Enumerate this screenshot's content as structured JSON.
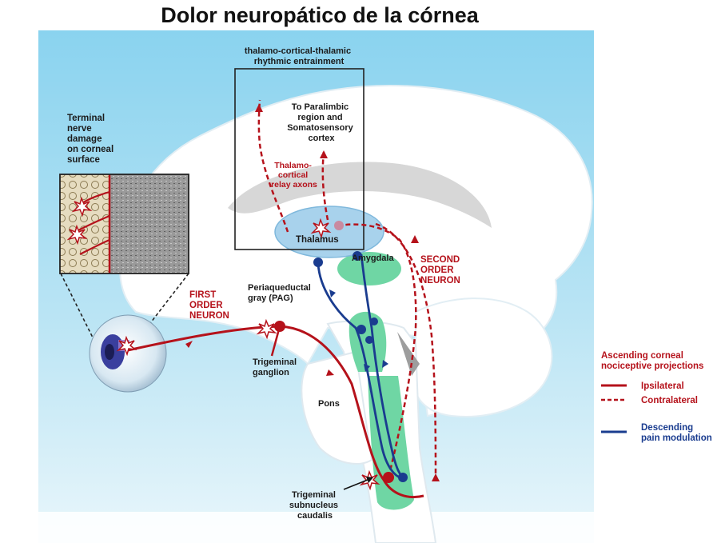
{
  "title": "Dolor neuropático de la córnea",
  "labels": {
    "entrainment": [
      "thalamo-cortical-thalamic",
      "rhythmic entrainment"
    ],
    "paralimbic": [
      "To Paralimbic",
      "region and",
      "Somatosensory",
      "cortex"
    ],
    "relay_axons": [
      "Thalamo-",
      "cortical",
      "relay axons"
    ],
    "terminal_damage": [
      "Terminal",
      "nerve",
      "damage",
      "on corneal",
      "surface"
    ],
    "thalamus": "Thalamus",
    "amygdala": "Amygdala",
    "second_order": [
      "SECOND",
      "ORDER",
      "NEURON"
    ],
    "first_order": [
      "FIRST",
      "ORDER",
      "NEURON"
    ],
    "pag": [
      "Periaqueductal",
      "gray (PAG)"
    ],
    "trigeminal_ganglion": [
      "Trigeminal",
      "ganglion"
    ],
    "pons": "Pons",
    "subnucleus": [
      "Trigeminal",
      "subnucleus",
      "caudalis"
    ]
  },
  "legend": {
    "ascending_title": [
      "Ascending corneal",
      "nociceptive projections"
    ],
    "ipsilateral": "Ipsilateral",
    "contralateral": "Contralateral",
    "descending": [
      "Descending",
      "pain modulation"
    ]
  },
  "colors": {
    "red": "#b5121b",
    "blue": "#1a3c8f",
    "green": "#6fd6a4",
    "sky": "#7ecbe8",
    "thalamus": "#a8d2ec"
  }
}
